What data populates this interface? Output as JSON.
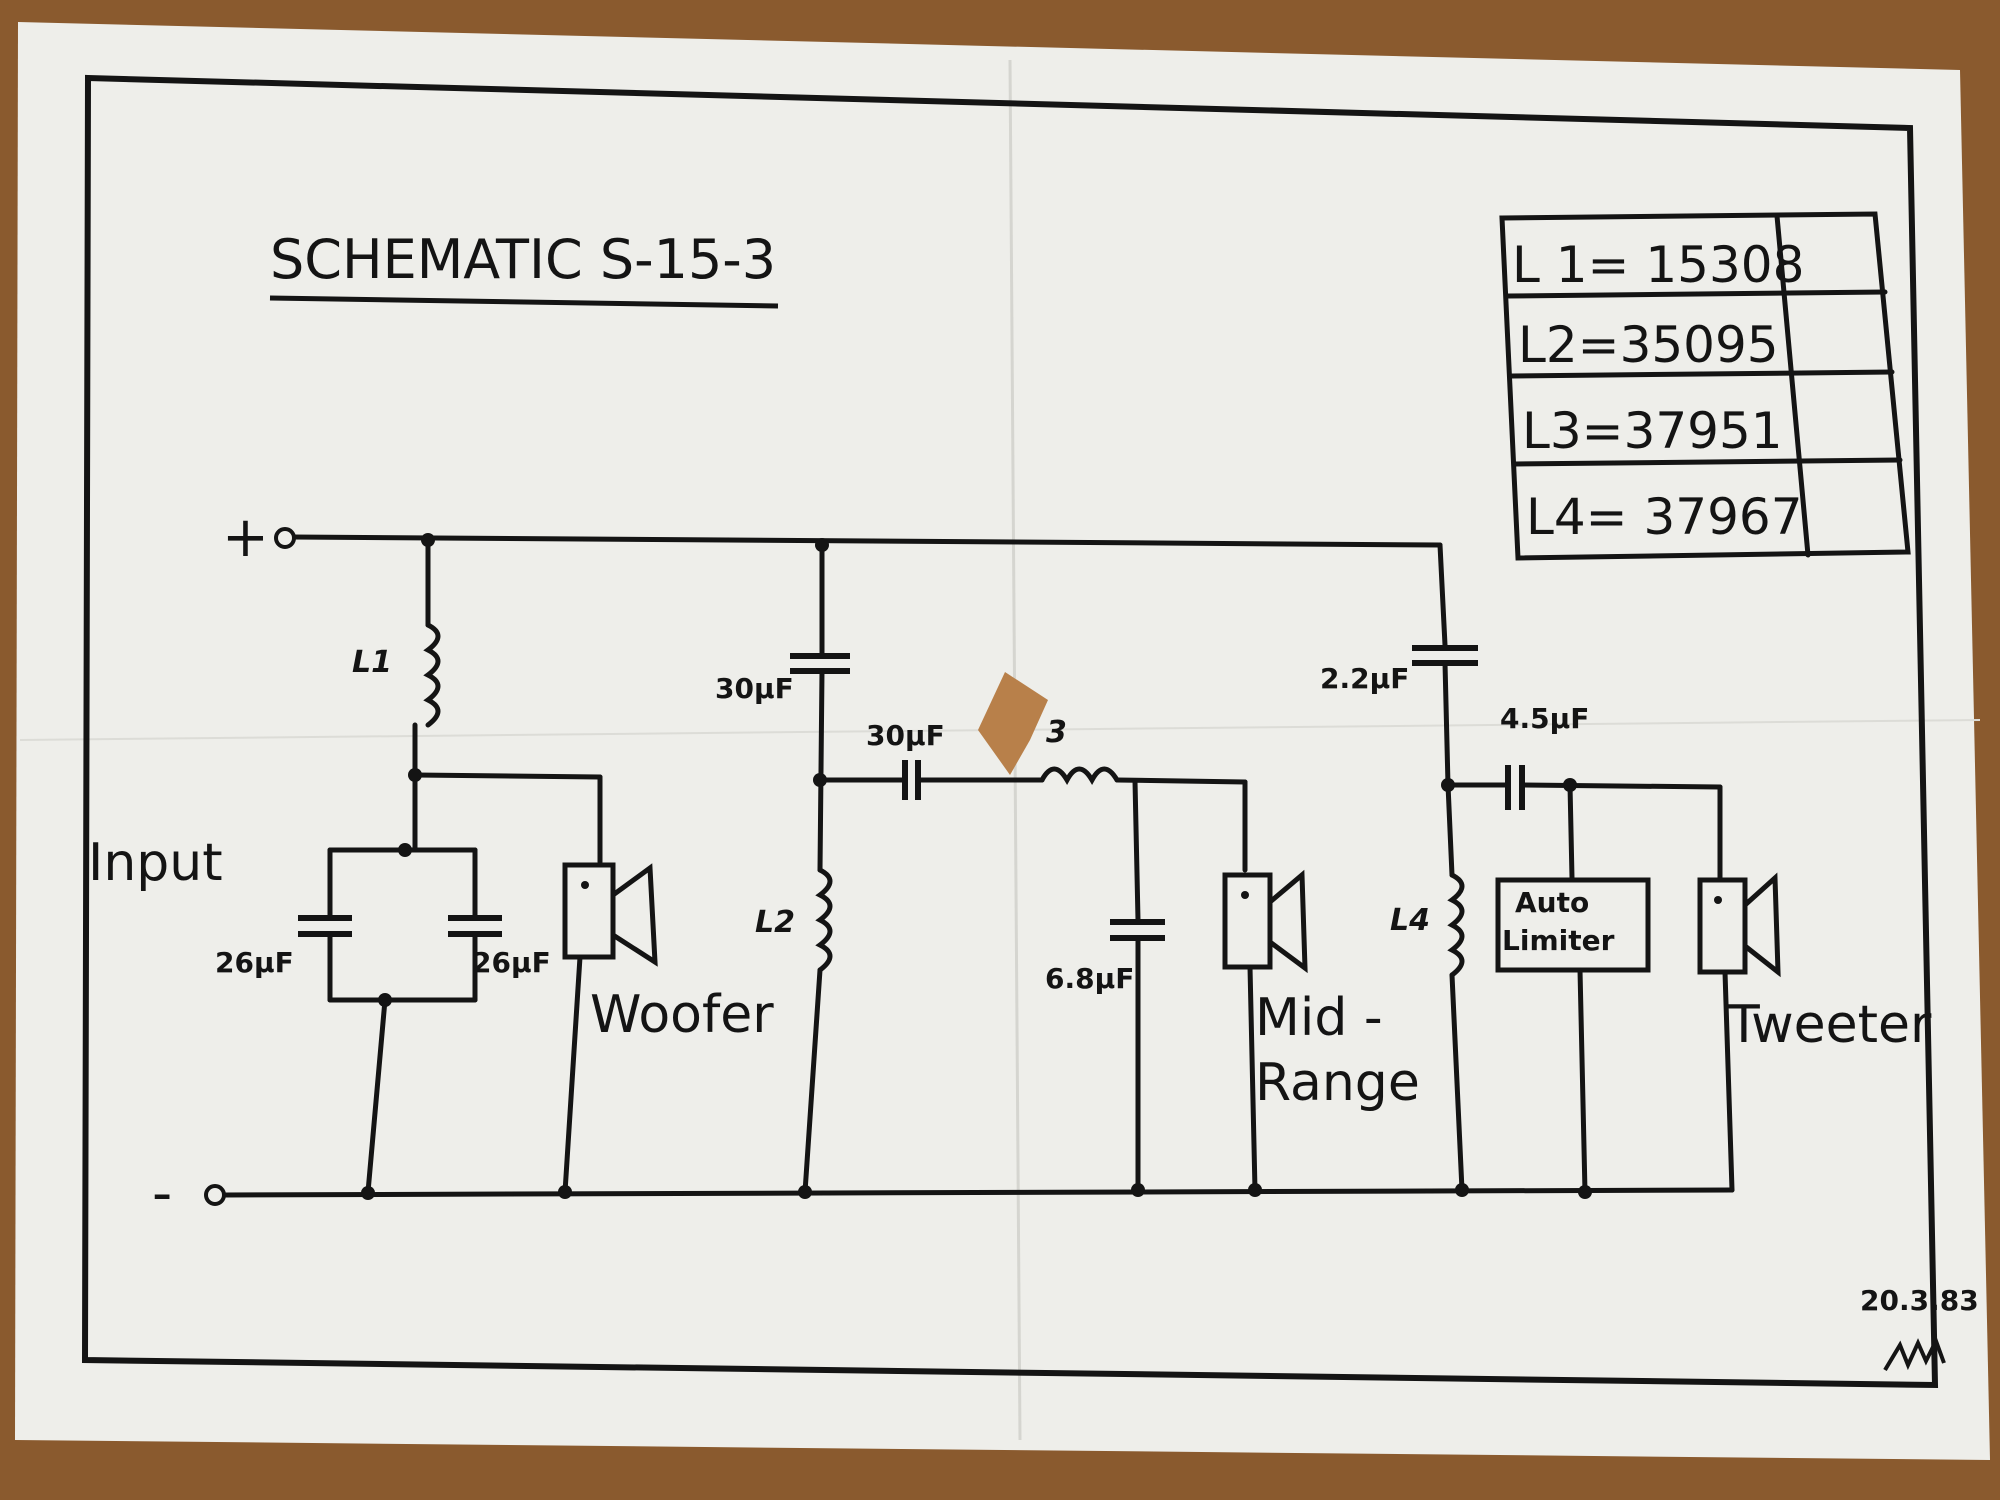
{
  "title": "SCHEMATIC  S-15-3",
  "inductor_table": [
    "L 1= 15308",
    "L2=35095",
    "L3=37951",
    "L4= 37967"
  ],
  "terminals": {
    "plus": "+",
    "minus": "-",
    "input": "Input"
  },
  "components": {
    "L1": "L1",
    "L2": "L2",
    "L3": "3",
    "L4": "L4",
    "C_woofer_a": "26µF",
    "C_woofer_b": "26µF",
    "C_mid_series_top": "30µF",
    "C_mid_series": "30µF",
    "C_mid_shunt": "6.8µF",
    "C_tweeter_top": "2.2µF",
    "C_tweeter_series": "4.5µF",
    "auto_limiter_line1": "Auto",
    "auto_limiter_line2": "Limiter"
  },
  "speakers": {
    "woofer": "Woofer",
    "midrange_line1": "Mid -",
    "midrange_line2": "Range",
    "tweeter": "Tweeter"
  },
  "footer": {
    "code": "20.3.83",
    "signature": "signature"
  },
  "colors": {
    "paper": "#eeeeea",
    "ink": "#141414",
    "table": "#8a5a2e"
  }
}
